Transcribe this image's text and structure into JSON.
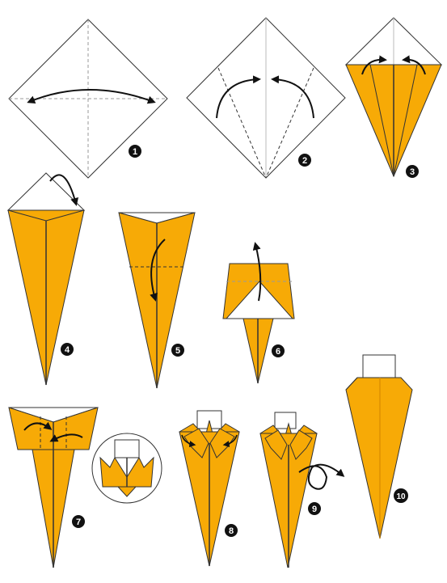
{
  "steps": [
    {
      "number": "1"
    },
    {
      "number": "2"
    },
    {
      "number": "3"
    },
    {
      "number": "4"
    },
    {
      "number": "5"
    },
    {
      "number": "6"
    },
    {
      "number": "7"
    },
    {
      "number": "8"
    },
    {
      "number": "9"
    },
    {
      "number": "10"
    }
  ],
  "colors": {
    "paper_front": "#ffffff",
    "paper_back": "#f7aa06",
    "outline": "#333333",
    "fold_line": "#333333",
    "crease_line": "#bbbbbb",
    "arrow": "#111111",
    "badge": "#111111"
  }
}
